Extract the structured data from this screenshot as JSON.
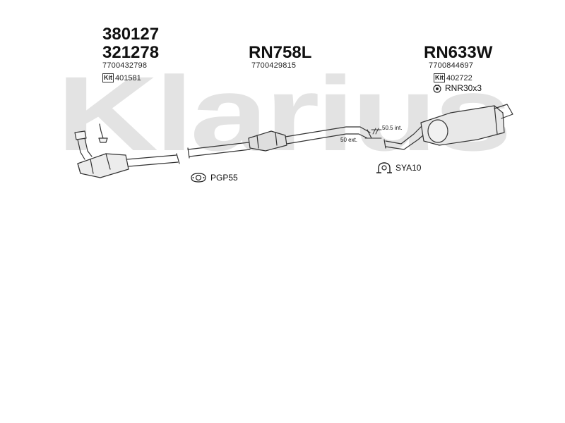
{
  "watermark": {
    "text": "Klarius"
  },
  "parts": {
    "front": {
      "numbers": [
        "380127",
        "321278"
      ],
      "oe_number": "7700432798",
      "kit_label": "Kit",
      "kit_number": "401581"
    },
    "centre": {
      "number": "RN758L",
      "oe_number": "7700429815"
    },
    "rear": {
      "number": "RN633W",
      "oe_number": "7700844697",
      "kit_label": "Kit",
      "kit_number": "402722",
      "accessory": "RNR30x3"
    }
  },
  "accessories": {
    "gasket": "PGP55",
    "clamp": "SYA10"
  },
  "dimensions": {
    "internal": "50.5 int.",
    "external": "50 ext."
  },
  "icons": {
    "gasket": "gasket-icon",
    "clamp": "clamp-icon",
    "rubber_mount": "rubber-mount-icon",
    "kit": "kit-icon"
  }
}
